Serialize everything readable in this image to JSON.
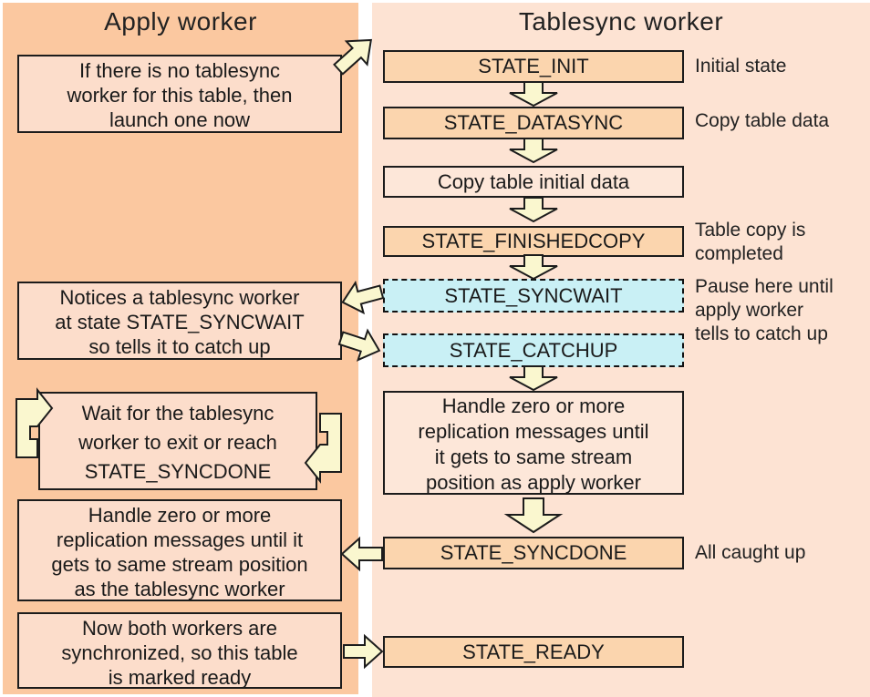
{
  "colors": {
    "left_panel_bg": "#FBC8A0",
    "right_panel_bg": "#FDE3D3",
    "note_box_fill": "#FCDDCB",
    "state_box_fill": "#FBD5AE",
    "plain_box_fill": "#FDE7D9",
    "wait_state_fill": "#C9F0F5",
    "arrow_fill": "#FAF7CF",
    "border": "#1C1C1C"
  },
  "apply_worker": {
    "title": "Apply worker",
    "notes": [
      {
        "lines": [
          "If there is no tablesync",
          "worker for this table, then",
          "launch one now"
        ]
      },
      {
        "lines": [
          "Notices a tablesync worker",
          "at state STATE_SYNCWAIT",
          "so tells it to catch up"
        ]
      },
      {
        "lines": [
          "Wait for the tablesync",
          "worker to exit or reach",
          "STATE_SYNCDONE"
        ]
      },
      {
        "lines": [
          "Handle zero or more",
          "replication messages until it",
          "gets to same stream position",
          "as the tablesync worker"
        ]
      },
      {
        "lines": [
          "Now both workers are",
          "synchronized, so this table",
          "is marked ready"
        ]
      }
    ]
  },
  "tablesync_worker": {
    "title": "Tablesync worker",
    "states": [
      {
        "label": "STATE_INIT"
      },
      {
        "label": "STATE_DATASYNC"
      },
      {
        "label": "Copy table initial data"
      },
      {
        "label": "STATE_FINISHEDCOPY"
      },
      {
        "label": "STATE_SYNCWAIT"
      },
      {
        "label": "STATE_CATCHUP"
      },
      {
        "lines": [
          "Handle zero or more",
          "replication messages until",
          "it gets to same stream",
          "position as apply worker"
        ]
      },
      {
        "label": "STATE_SYNCDONE"
      },
      {
        "label": "STATE_READY"
      }
    ],
    "annotations": [
      {
        "lines": [
          "Initial state"
        ]
      },
      {
        "lines": [
          "Copy table data"
        ]
      },
      {
        "lines": [
          "Table copy is",
          "completed"
        ]
      },
      {
        "lines": [
          "Pause here until",
          "apply worker",
          "tells to catch up"
        ]
      },
      {
        "lines": [
          "All caught up"
        ]
      }
    ]
  }
}
